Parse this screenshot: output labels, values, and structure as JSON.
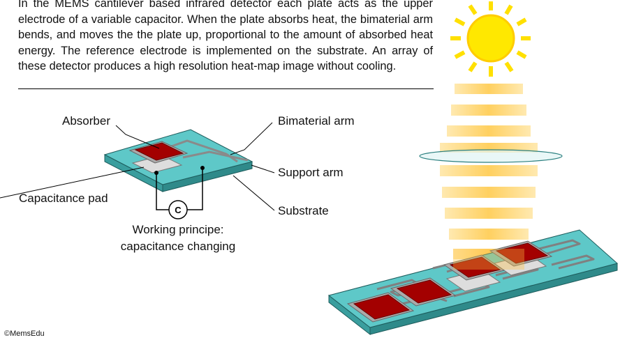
{
  "description_text": "In the MEMS cantilever based infrared detector each plate acts as the upper electrode of a variable capacitor. When the plate absorbs heat, the bimaterial arm bends, and moves the the plate up, proportional to the amount of absorbed heat energy. The reference electrode is implemented on the substrate. An array of these detector produces a high resolution heat-map image without cooling.",
  "labels": {
    "absorber": "Absorber",
    "bimaterial_arm": "Bimaterial arm",
    "support_arm": "Support arm",
    "capacitance_pad": "Capacitance pad",
    "substrate": "Substrate",
    "capacitor_symbol": "C"
  },
  "caption": {
    "line1": "Working principe:",
    "line2": "capacitance changing"
  },
  "copyright": "©MemsEdu",
  "colors": {
    "substrate_top": "#5ec8c8",
    "substrate_side": "#3a9e9e",
    "absorber": "#a30000",
    "pad": "#d8d8d8",
    "sun": "#ffe000",
    "ray_band": "#ffd060"
  }
}
